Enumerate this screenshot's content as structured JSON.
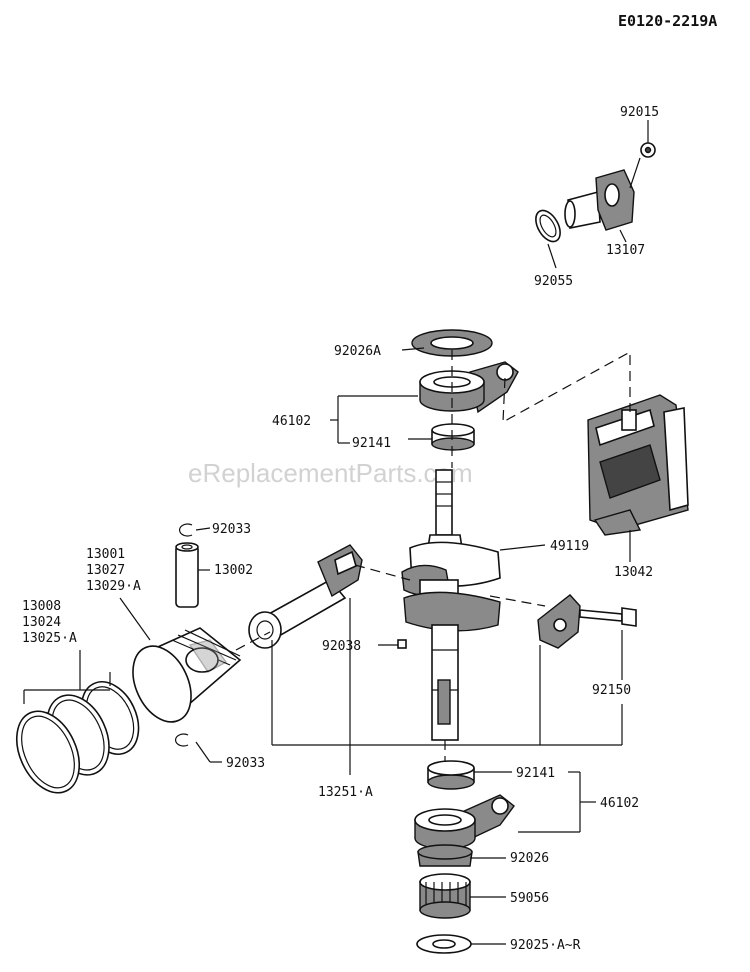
{
  "diagram": {
    "ref_code": "E0120-2219A",
    "watermark": "eReplacementParts.com",
    "callouts": {
      "p92015": "92015",
      "p13107": "13107",
      "p92055": "92055",
      "p92026a": "92026A",
      "p46102_top": "46102",
      "p92141_top": "92141",
      "p13042": "13042",
      "p49119": "49119",
      "p92033_top": "92033",
      "p13002": "13002",
      "p13001": "13001",
      "p13027": "13027",
      "p13029a": "13029·A",
      "p13008": "13008",
      "p13024": "13024",
      "p13025a": "13025·A",
      "p92038": "92038",
      "p92150": "92150",
      "p92033_bottom": "92033",
      "p13251a": "13251·A",
      "p92141_bottom": "92141",
      "p46102_bottom": "46102",
      "p92026": "92026",
      "p59056": "59056",
      "p92025": "92025·A~R"
    }
  }
}
